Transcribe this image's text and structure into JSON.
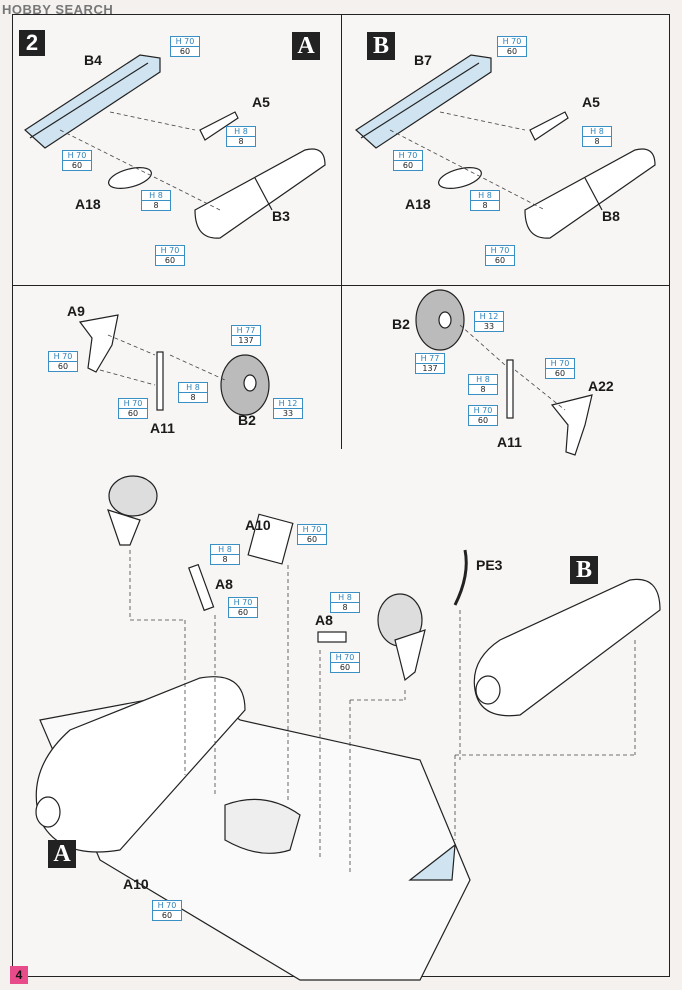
{
  "watermark": "HOBBY SEARCH",
  "step_number": "2",
  "page_number": "4",
  "badges": {
    "a1": "A",
    "b1": "B",
    "b3": "B",
    "a3": "A"
  },
  "parts": {
    "b4": "B4",
    "a5_1": "A5",
    "a18_1": "A18",
    "b3": "B3",
    "b7": "B7",
    "a5_2": "A5",
    "a18_2": "A18",
    "b8": "B8",
    "a9": "A9",
    "a11_1": "A11",
    "b2_1": "B2",
    "b2_2": "B2",
    "a22": "A22",
    "a11_2": "A11",
    "a10_1": "A10",
    "a8_1": "A8",
    "pe3": "PE3",
    "a8_2": "A8",
    "a10_2": "A10"
  },
  "color_codes": [
    {
      "top": "H 70",
      "bottom": "60"
    },
    {
      "top": "H 8",
      "bottom": "8"
    },
    {
      "top": "H 70",
      "bottom": "60"
    },
    {
      "top": "H 8",
      "bottom": "8"
    },
    {
      "top": "H 70",
      "bottom": "60"
    },
    {
      "top": "H 70",
      "bottom": "60"
    },
    {
      "top": "H 8",
      "bottom": "8"
    },
    {
      "top": "H 70",
      "bottom": "60"
    },
    {
      "top": "H 8",
      "bottom": "8"
    },
    {
      "top": "H 70",
      "bottom": "60"
    },
    {
      "top": "H 70",
      "bottom": "60"
    },
    {
      "top": "H 77",
      "bottom": "137"
    },
    {
      "top": "H 8",
      "bottom": "8"
    },
    {
      "top": "H 70",
      "bottom": "60"
    },
    {
      "top": "H 12",
      "bottom": "33"
    },
    {
      "top": "H 12",
      "bottom": "33"
    },
    {
      "top": "H 77",
      "bottom": "137"
    },
    {
      "top": "H 70",
      "bottom": "60"
    },
    {
      "top": "H 8",
      "bottom": "8"
    },
    {
      "top": "H 70",
      "bottom": "60"
    },
    {
      "top": "H 70",
      "bottom": "60"
    },
    {
      "top": "H 8",
      "bottom": "8"
    },
    {
      "top": "H 70",
      "bottom": "60"
    },
    {
      "top": "H 8",
      "bottom": "8"
    },
    {
      "top": "H 70",
      "bottom": "60"
    },
    {
      "top": "H 70",
      "bottom": "60"
    }
  ]
}
